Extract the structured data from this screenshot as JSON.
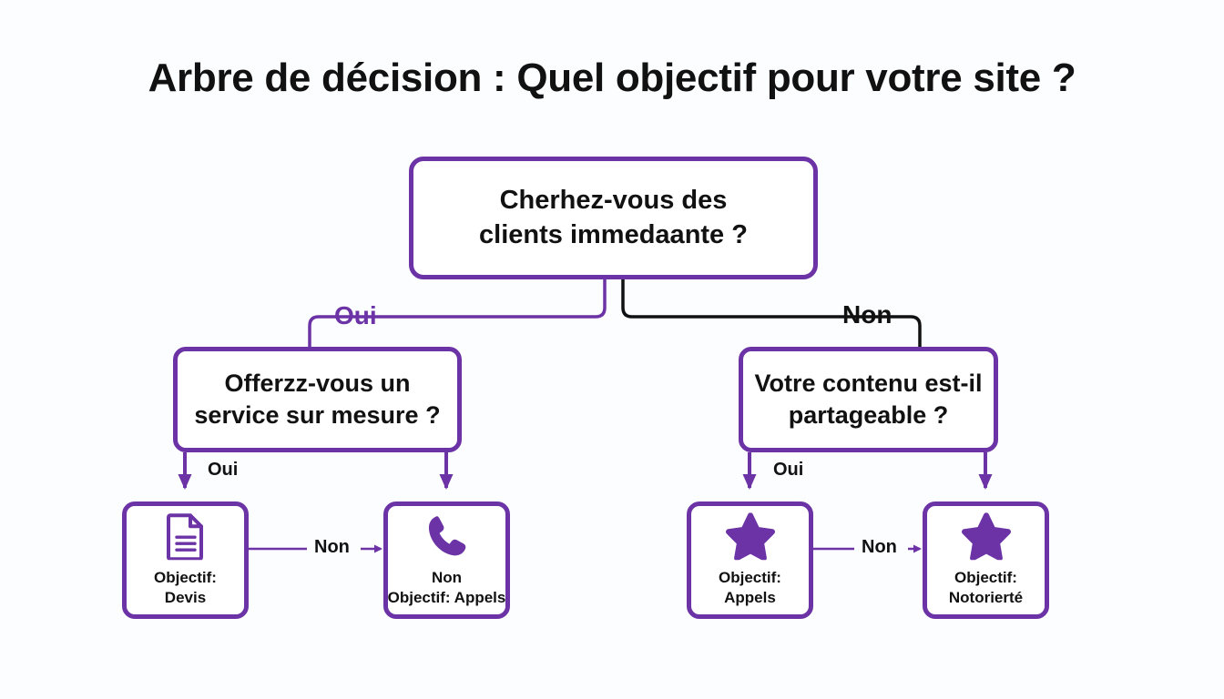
{
  "title": "Arbre de décision : Quel objectif pour votre site ?",
  "colors": {
    "accent": "#6b33a5",
    "text": "#111111",
    "background": "#fcfdfe",
    "node_fill": "#ffffff",
    "branch_no": "#111111"
  },
  "nodes": {
    "root": {
      "text": "Cherhez-vous des\nclients immedaante ?"
    },
    "mid_left": {
      "text": "Offerzz-vous un\nservice sur mesure ?"
    },
    "mid_right": {
      "text": "Votre contenu est-il\npartageable ?"
    }
  },
  "leaves": {
    "devis": {
      "icon": "document-icon",
      "label": "Objectif:\nDevis"
    },
    "appels_left": {
      "icon": "phone-icon",
      "label": "Non\nObjectif: Appels"
    },
    "appels_right": {
      "icon": "star-icon",
      "label": "Objectif:\nAppels"
    },
    "notoriete": {
      "icon": "star-icon",
      "label": "Objectif:\nNotorierté"
    }
  },
  "edges": {
    "root_yes": "Oui",
    "root_no": "Non",
    "left_yes": "Oui",
    "left_no": "Non",
    "right_yes": "Oui",
    "right_no": "Non"
  }
}
